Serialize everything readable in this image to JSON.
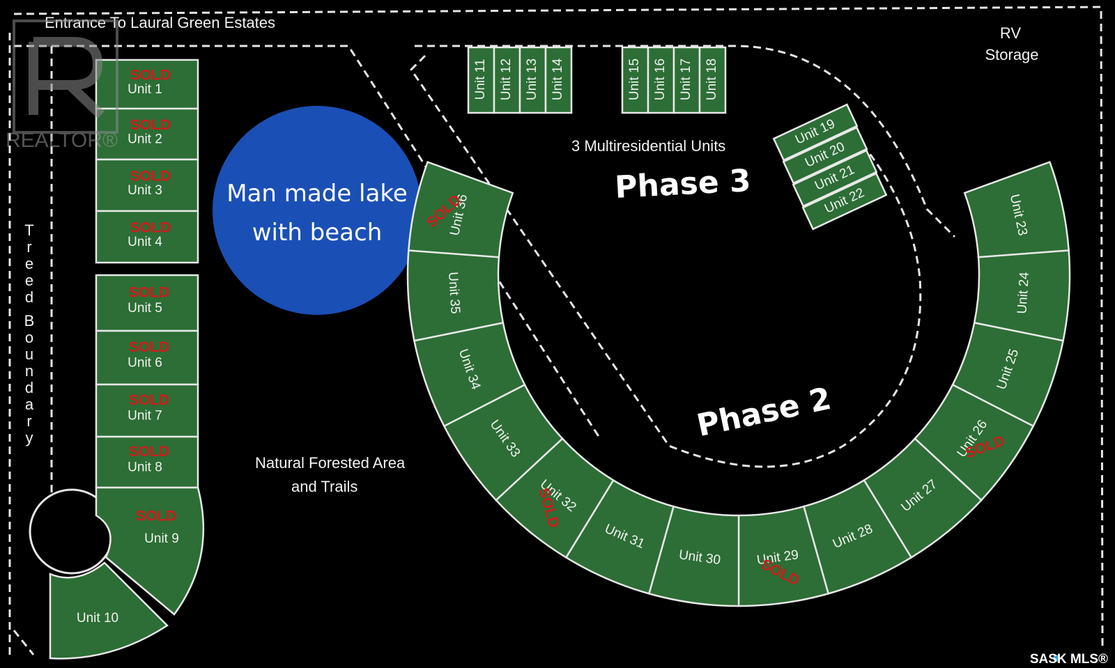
{
  "labels": {
    "entrance": "Entrance To Laural Green Estates",
    "rv_line1": "RV",
    "rv_line2": "Storage",
    "treed_boundary": "Treed Boundary",
    "lake_line1": "Man made lake",
    "lake_line2": "with beach",
    "multires": "3 Multiresidential Units",
    "phase3": "Phase 3",
    "phase2": "Phase 2",
    "forest_line1": "Natural Forested Area",
    "forest_line2": "and Trails"
  },
  "sold_label": "SOLD",
  "watermark": {
    "realtor": "REALTOR®",
    "mls": "SASK MLS®"
  },
  "colors": {
    "background": "#000000",
    "lot_green": "#2c6e35",
    "lake_blue": "#1a4fb5",
    "sold_red": "#d11a1a"
  },
  "units": [
    {
      "label": "Unit 1",
      "sold": true
    },
    {
      "label": "Unit 2",
      "sold": true
    },
    {
      "label": "Unit 3",
      "sold": true
    },
    {
      "label": "Unit 4",
      "sold": true
    },
    {
      "label": "Unit 5",
      "sold": true
    },
    {
      "label": "Unit 6",
      "sold": true
    },
    {
      "label": "Unit 7",
      "sold": true
    },
    {
      "label": "Unit 8",
      "sold": true
    },
    {
      "label": "Unit 9",
      "sold": true
    },
    {
      "label": "Unit 10",
      "sold": false
    },
    {
      "label": "Unit 11",
      "sold": false
    },
    {
      "label": "Unit 12",
      "sold": false
    },
    {
      "label": "Unit 13",
      "sold": false
    },
    {
      "label": "Unit 14",
      "sold": false
    },
    {
      "label": "Unit 15",
      "sold": false
    },
    {
      "label": "Unit 16",
      "sold": false
    },
    {
      "label": "Unit 17",
      "sold": false
    },
    {
      "label": "Unit 18",
      "sold": false
    },
    {
      "label": "Unit 19",
      "sold": false
    },
    {
      "label": "Unit 20",
      "sold": false
    },
    {
      "label": "Unit 21",
      "sold": false
    },
    {
      "label": "Unit 22",
      "sold": false
    },
    {
      "label": "Unit 23",
      "sold": false
    },
    {
      "label": "Unit 24",
      "sold": false
    },
    {
      "label": "Unit 25",
      "sold": false
    },
    {
      "label": "Unit 26",
      "sold": true
    },
    {
      "label": "Unit 27",
      "sold": false
    },
    {
      "label": "Unit 28",
      "sold": false
    },
    {
      "label": "Unit 29",
      "sold": true
    },
    {
      "label": "Unit 30",
      "sold": false
    },
    {
      "label": "Unit 31",
      "sold": false
    },
    {
      "label": "Unit 32",
      "sold": true
    },
    {
      "label": "Unit 33",
      "sold": false
    },
    {
      "label": "Unit 34",
      "sold": false
    },
    {
      "label": "Unit 35",
      "sold": false
    },
    {
      "label": "Unit 36",
      "sold": true
    }
  ]
}
